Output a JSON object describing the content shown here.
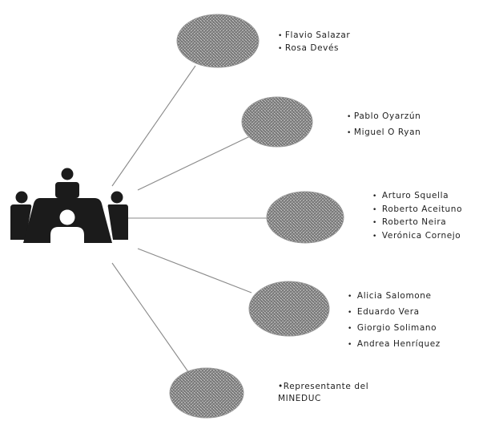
{
  "icon": "meeting-table-icon",
  "colors": {
    "node_fill": "#7a7a7a",
    "node_texture": "#c6c6c6",
    "connector": "#8a8a8a",
    "icon": "#1b1b1b"
  },
  "groups": [
    {
      "id": "group-1",
      "label": "",
      "members": [
        "Flavio Salazar",
        "Rosa Devés"
      ]
    },
    {
      "id": "group-2",
      "label": "",
      "members": [
        "Pablo Oyarzún",
        "Miguel O Ryan"
      ]
    },
    {
      "id": "group-3",
      "label": "",
      "members": [
        "Arturo Squella",
        "Roberto Aceituno",
        "Roberto Neira",
        "Verónica Cornejo"
      ]
    },
    {
      "id": "group-4",
      "label": "",
      "members": [
        "Alicia Salomone",
        "Eduardo Vera",
        "Giorgio Solimano",
        "Andrea Henríquez"
      ]
    },
    {
      "id": "group-5",
      "label": "",
      "members": [
        "Representante del MINEDUC"
      ]
    }
  ]
}
